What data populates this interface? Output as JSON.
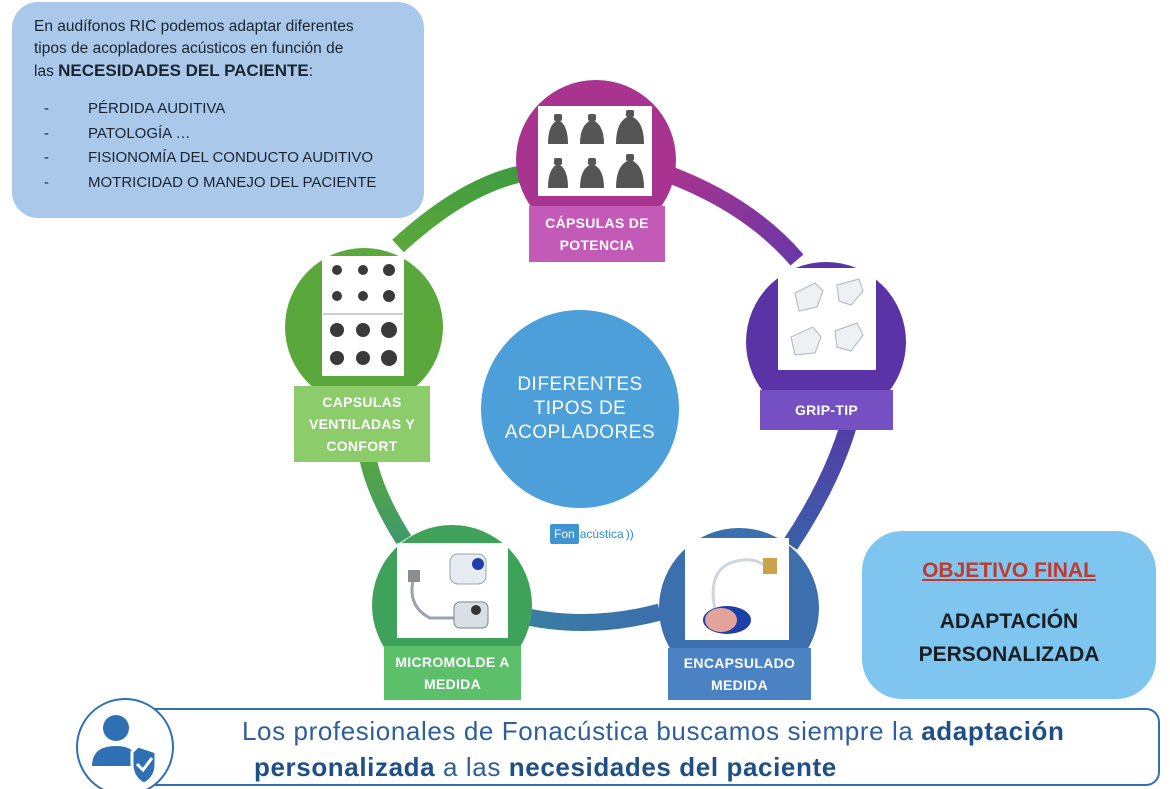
{
  "intro": {
    "text_line1": "En audífonos RIC podemos adaptar diferentes",
    "text_line2": "tipos de acopladores acústicos en función de",
    "text_prefix": "las ",
    "text_strong": "NECESIDADES DEL PACIENTE",
    "text_suffix": ":",
    "bullets": [
      "PÉRDIDA AUDITIVA",
      "PATOLOGÍA …",
      "FISIONOMÍA DEL CONDUCTO AUDITIVO",
      "MOTRICIDAD O MANEJO DEL PACIENTE"
    ]
  },
  "center": {
    "label": "DIFERENTES TIPOS DE ACOPLADORES"
  },
  "nodes": {
    "potencia": {
      "label": "CÁPSULAS DE POTENCIA",
      "color": "#a8348f",
      "label_color": "#c45ab8",
      "icon": "power-domes-photo"
    },
    "grip": {
      "label": "GRIP-TIP",
      "color": "#5a34a6",
      "label_color": "#7450c2",
      "icon": "grip-tip-photo"
    },
    "encapsulado": {
      "label": "ENCAPSULADO MEDIDA",
      "color": "#3b6fae",
      "label_color": "#4b82c4",
      "icon": "custom-shell-photo"
    },
    "micromolde": {
      "label": "MICROMOLDE A MEDIDA",
      "color": "#3fa25a",
      "label_color": "#5cc06a",
      "icon": "micromold-photo"
    },
    "ventiladas": {
      "label": "CAPSULAS VENTILADAS Y CONFORT",
      "color": "#5aa83c",
      "label_color": "#8ccc6a",
      "icon": "vented-domes-photo"
    }
  },
  "logo": {
    "box": "Fon",
    "text": "acústica",
    "waves": "))"
  },
  "objective": {
    "title": "OBJETIVO FINAL",
    "line1": "ADAPTACIÓN",
    "line2": "PERSONALIZADA"
  },
  "banner": {
    "l1_a": "Los profesionales de Fonacústica buscamos siempre la ",
    "l1_b": "adaptación",
    "l2_a": "personalizada",
    "l2_b": " a las ",
    "l2_c": "necesidades del paciente",
    "icon": "user-shield-icon"
  }
}
